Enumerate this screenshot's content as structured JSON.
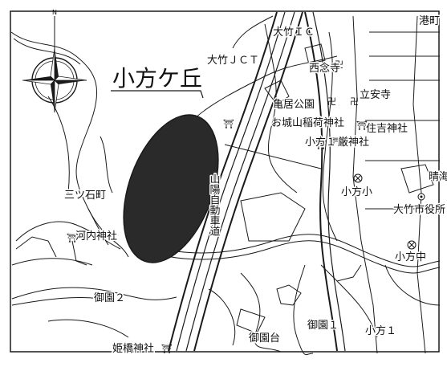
{
  "map": {
    "colors": {
      "background": "#ffffff",
      "line": "#1a1a1a",
      "highlight": "#2a2a2a"
    },
    "title": "小方ケ丘",
    "north": "N",
    "labels": {
      "minatomachi": "港町",
      "otake_ic": "大竹ＩＣ",
      "otake_jct": "大竹ＪＣＴ",
      "sainenji": "西念寺",
      "kameikoen": "亀居公園",
      "ryuanji": "立安寺",
      "oshiroyama_inari": "お城山稲荷神社",
      "sumiyoshi": "住吉神社",
      "ogata1": "小方１",
      "itsukushima": "厳神社",
      "sanyo_expressway": "山陽自動車道",
      "harumi": "晴海",
      "ogata_elementary": "小方小",
      "mitsuishi": "三ツ石町",
      "otake_city_hall": "大竹市役所",
      "kawachi_shrine": "河内神社",
      "ogata_middle": "小方中",
      "misono2": "御園２",
      "misono_dai": "御園台",
      "misono1": "御園１",
      "ogata1_south": "小方１",
      "himebashi_shrine": "姫橋神社"
    },
    "icons": [
      "compass-rose-icon",
      "shrine-icon",
      "temple-icon",
      "school-icon",
      "city-hall-icon"
    ]
  }
}
